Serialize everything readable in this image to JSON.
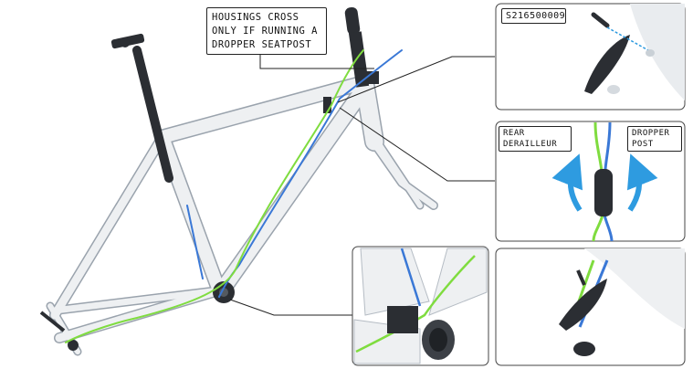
{
  "callouts": {
    "housings_cross": [
      "HOUSINGS CROSS",
      "ONLY IF RUNNING A",
      "DROPPER SEATPOST"
    ],
    "part_number": "S216500009",
    "rear_derailleur": [
      "REAR",
      "DERAILLEUR"
    ],
    "dropper_post": [
      "DROPPER",
      "POST"
    ]
  },
  "colors": {
    "frame": "#eef0f2",
    "frame_outline": "#9aa3ad",
    "dark_parts": "#2b2e33",
    "green_cable": "#7fdc3f",
    "blue_cable": "#3a78d6",
    "arrow_blue": "#2e9be0",
    "panel_border": "#444444"
  }
}
